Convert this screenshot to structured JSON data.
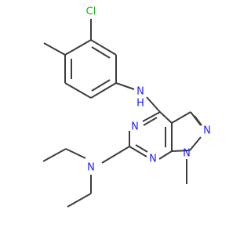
{
  "structure": {
    "atoms": [
      {
        "id": "cl",
        "text": "Cl",
        "color": "#24b324"
      },
      {
        "id": "nh",
        "text": "N",
        "sub": "H",
        "color": "#2323ff"
      },
      {
        "id": "n3",
        "text": "N",
        "color": "#2323ff"
      },
      {
        "id": "n_pyr2",
        "text": "N",
        "color": "#2323ff"
      },
      {
        "id": "n_pyr1",
        "text": "N",
        "color": "#2323ff"
      },
      {
        "id": "n1",
        "text": "N",
        "color": "#2323ff"
      },
      {
        "id": "n_et",
        "text": "N",
        "color": "#2323ff"
      }
    ],
    "bond_color": "#3d3d3d"
  }
}
